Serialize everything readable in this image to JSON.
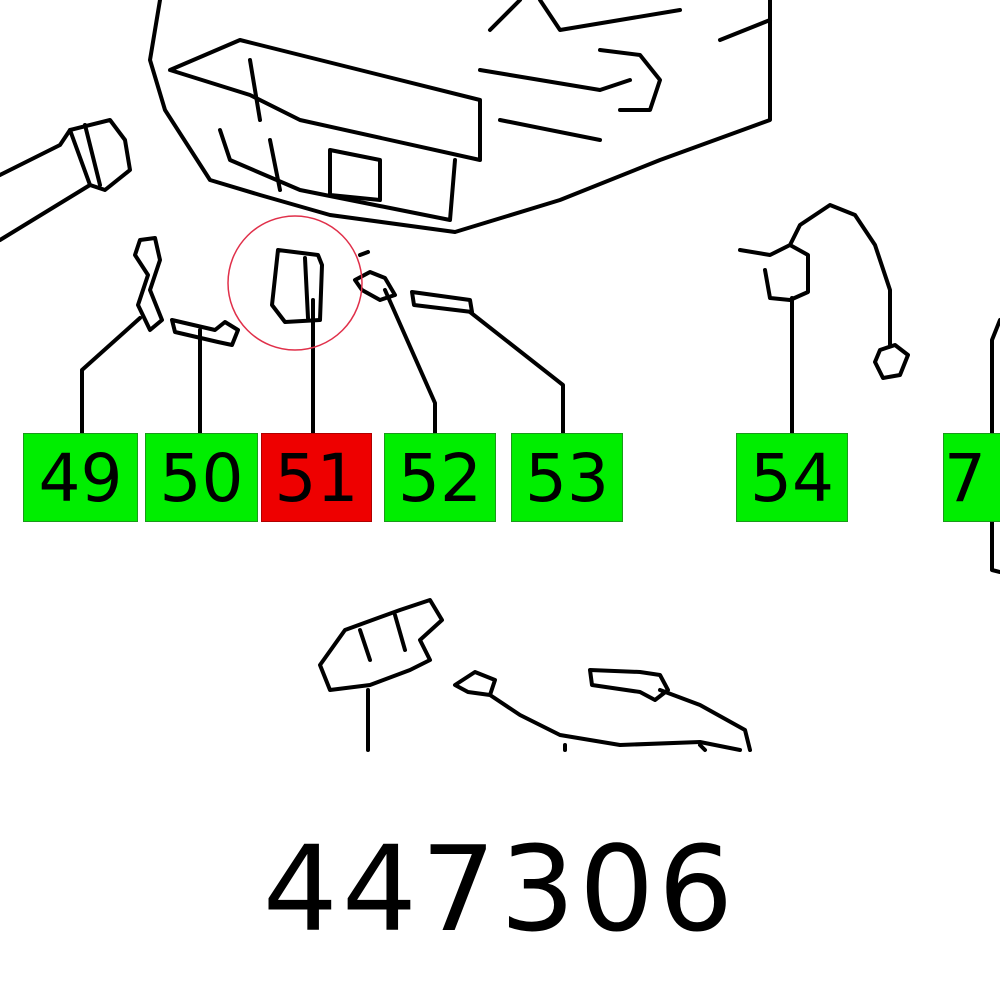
{
  "part_number": "447306",
  "colors": {
    "label_default": "#00ee00",
    "label_selected": "#ee0000",
    "highlight_circle": "#e0304a"
  },
  "labels": [
    {
      "id": "49",
      "selected": false
    },
    {
      "id": "50",
      "selected": false
    },
    {
      "id": "51",
      "selected": true
    },
    {
      "id": "52",
      "selected": false
    },
    {
      "id": "53",
      "selected": false
    },
    {
      "id": "54",
      "selected": false
    },
    {
      "id": "7",
      "selected": false
    }
  ]
}
